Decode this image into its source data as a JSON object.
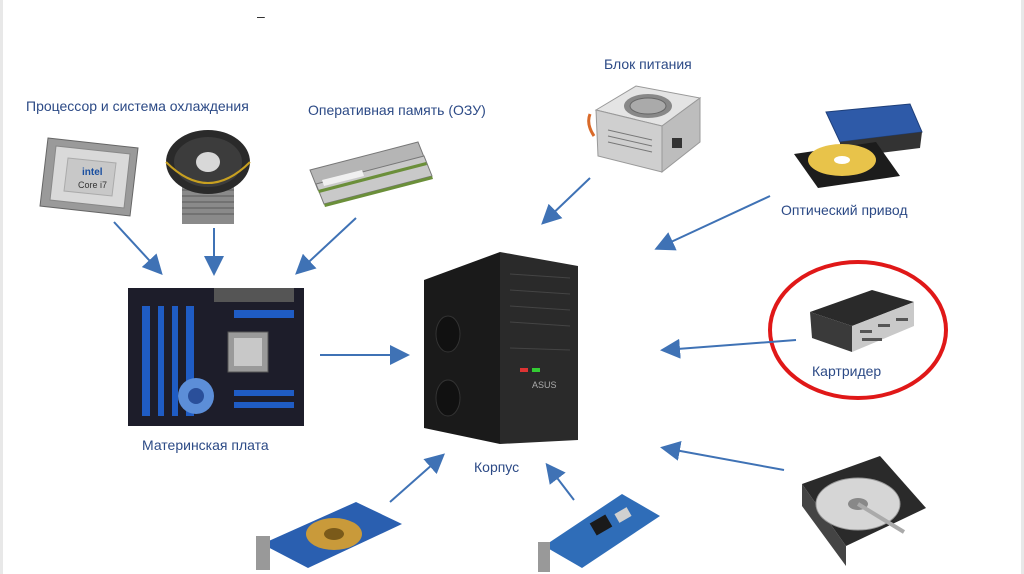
{
  "labels": {
    "cpu_cooling": "Процессор и система охлаждения",
    "ram": "Оперативная память (ОЗУ)",
    "psu": "Блок питания",
    "optical": "Оптический привод",
    "cardreader": "Картридер",
    "motherboard": "Материнская плата",
    "case": "Корпус"
  },
  "case_brand": "ASUS",
  "cpu_brand": "intel",
  "cpu_model": "Core i7",
  "top_mark": "–",
  "colors": {
    "arrow": "#3f72b5",
    "label": "#2c4a86",
    "highlight_circle": "#e01818"
  }
}
